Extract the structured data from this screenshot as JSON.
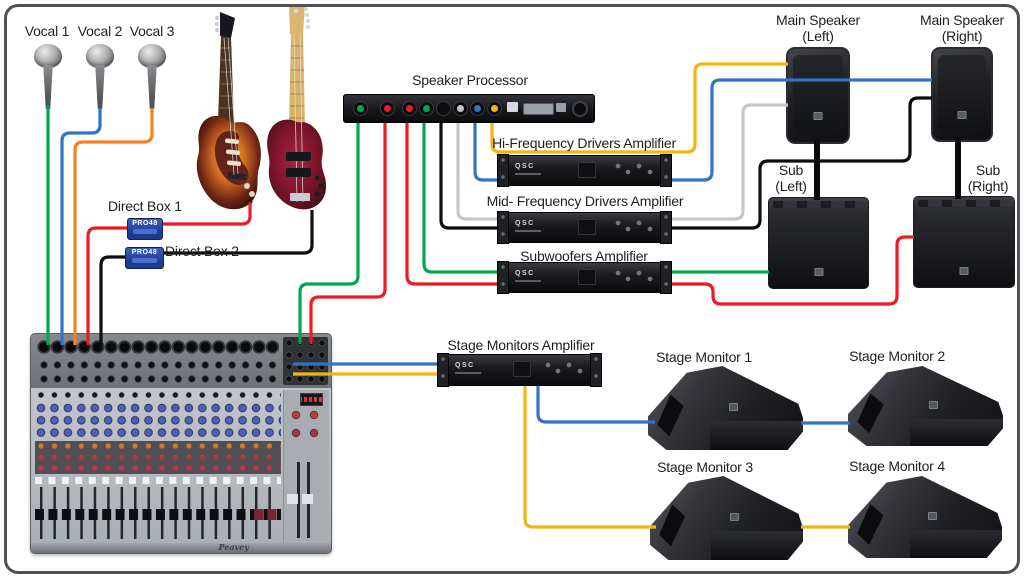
{
  "colors": {
    "green": "#00a651",
    "blue": "#3273c6",
    "orange": "#f58220",
    "red": "#ec1c24",
    "black": "#0d0d0d",
    "gray": "#c6c6c6",
    "yellow": "#f2b512"
  },
  "inputs": {
    "vocals": [
      {
        "label": "Vocal 1",
        "cable_color": "green"
      },
      {
        "label": "Vocal 2",
        "cable_color": "blue"
      },
      {
        "label": "Vocal 3",
        "cable_color": "orange"
      }
    ],
    "instruments": [
      {
        "name": "electric-guitar",
        "cable_color": "red"
      },
      {
        "name": "bass-guitar",
        "cable_color": "black"
      }
    ],
    "direct_boxes": [
      {
        "label": "Direct Box 1",
        "model": "PRO48"
      },
      {
        "label": "Direct Box 2",
        "model": "PRO48"
      }
    ]
  },
  "mixer": {
    "brand": "Peavey"
  },
  "processing": {
    "speaker_processor": {
      "label": "Speaker Processor"
    }
  },
  "amplifiers": [
    {
      "label": "Hi-Frequency Drivers Amplifier",
      "brand": "QSC"
    },
    {
      "label": "Mid- Frequency Drivers Amplifier",
      "brand": "QSC"
    },
    {
      "label": "Subwoofers Amplifier",
      "brand": "QSC"
    },
    {
      "label": "Stage Monitors Amplifier",
      "brand": "QSC"
    }
  ],
  "speakers": {
    "mains": [
      {
        "label_line1": "Main Speaker",
        "label_line2": "(Left)"
      },
      {
        "label_line1": "Main Speaker",
        "label_line2": "(Right)"
      }
    ],
    "subs": [
      {
        "label_line1": "Sub",
        "label_line2": "(Left)"
      },
      {
        "label_line1": "Sub",
        "label_line2": "(Right)"
      }
    ],
    "monitors": [
      {
        "label": "Stage Monitor 1"
      },
      {
        "label": "Stage Monitor 2"
      },
      {
        "label": "Stage Monitor 3"
      },
      {
        "label": "Stage Monitor 4"
      }
    ]
  },
  "cables": [
    {
      "from": "Vocal 1",
      "to": "Mixer channel 1",
      "color": "green"
    },
    {
      "from": "Vocal 2",
      "to": "Mixer channel 2",
      "color": "blue"
    },
    {
      "from": "Vocal 3",
      "to": "Mixer channel 3",
      "color": "orange"
    },
    {
      "from": "Electric guitar",
      "to": "Direct Box 1",
      "color": "red"
    },
    {
      "from": "Direct Box 1",
      "to": "Mixer channel 4",
      "color": "red"
    },
    {
      "from": "Bass guitar",
      "to": "Direct Box 2",
      "color": "black"
    },
    {
      "from": "Direct Box 2",
      "to": "Mixer channel 5",
      "color": "black"
    },
    {
      "from": "Mixer",
      "to": "Speaker Processor",
      "color": "green"
    },
    {
      "from": "Mixer",
      "to": "Speaker Processor",
      "color": "red"
    },
    {
      "from": "Speaker Processor",
      "via": "Subwoofers Amplifier",
      "to": "Sub (Right)",
      "color": "red"
    },
    {
      "from": "Speaker Processor",
      "via": "Subwoofers Amplifier",
      "to": "Sub (Left)",
      "color": "green"
    },
    {
      "from": "Speaker Processor",
      "via": "Mid- Frequency Drivers Amplifier",
      "to": "Main Speaker (Right)",
      "color": "black"
    },
    {
      "from": "Speaker Processor",
      "via": "Mid- Frequency Drivers Amplifier",
      "to": "Main Speaker (Left)",
      "color": "gray"
    },
    {
      "from": "Speaker Processor",
      "via": "Hi-Frequency Drivers Amplifier",
      "to": "Main Speaker (Right)",
      "color": "blue"
    },
    {
      "from": "Speaker Processor",
      "via": "Hi-Frequency Drivers Amplifier",
      "to": "Main Speaker (Left)",
      "color": "yellow"
    },
    {
      "from": "Mixer",
      "to": "Stage Monitors Amplifier",
      "color": "blue"
    },
    {
      "from": "Mixer",
      "to": "Stage Monitors Amplifier",
      "color": "yellow"
    },
    {
      "from": "Stage Monitors Amplifier",
      "via": "Stage Monitor 1",
      "to": "Stage Monitor 2",
      "color": "blue"
    },
    {
      "from": "Stage Monitors Amplifier",
      "via": "Stage Monitor 3",
      "to": "Stage Monitor 4",
      "color": "yellow"
    }
  ]
}
